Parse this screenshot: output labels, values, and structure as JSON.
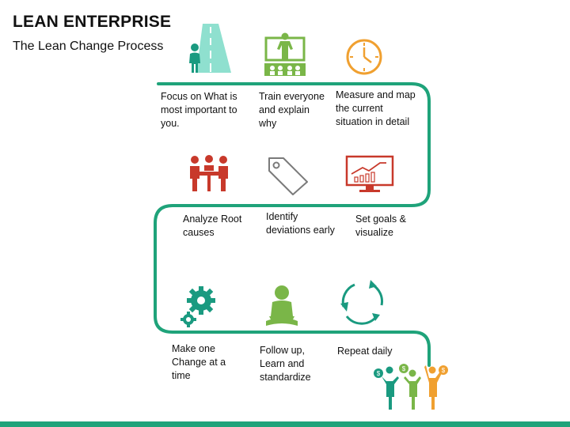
{
  "header": {
    "title": "LEAN ENTERPRISE",
    "subtitle": "The Lean Change Process"
  },
  "colors": {
    "path": "#1fa37a",
    "teal": "#1a9a80",
    "green": "#7ab648",
    "orange": "#f0a030",
    "red": "#c8392b",
    "gray": "#7a7a7a"
  },
  "steps": [
    {
      "label": "Focus on What is\nmost important to\nyou.",
      "icon": "person-road-icon"
    },
    {
      "label": "Train everyone\nand explain\nwhy",
      "icon": "presentation-icon"
    },
    {
      "label": "Measure and map\nthe current\nsituation in detail",
      "icon": "clock-icon"
    },
    {
      "label": "Analyze Root\ncauses",
      "icon": "meeting-icon"
    },
    {
      "label": "Identify\ndeviations early",
      "icon": "tag-icon"
    },
    {
      "label": "Set goals &\nvisualize",
      "icon": "monitor-chart-icon"
    },
    {
      "label": "Make one\nChange at a\ntime",
      "icon": "gears-icon"
    },
    {
      "label": "Follow up,\nLearn and\nstandardize",
      "icon": "meditation-icon"
    },
    {
      "label": "Repeat daily",
      "icon": "cycle-arrows-icon"
    }
  ],
  "finish_icon": "celebrating-people-icon"
}
